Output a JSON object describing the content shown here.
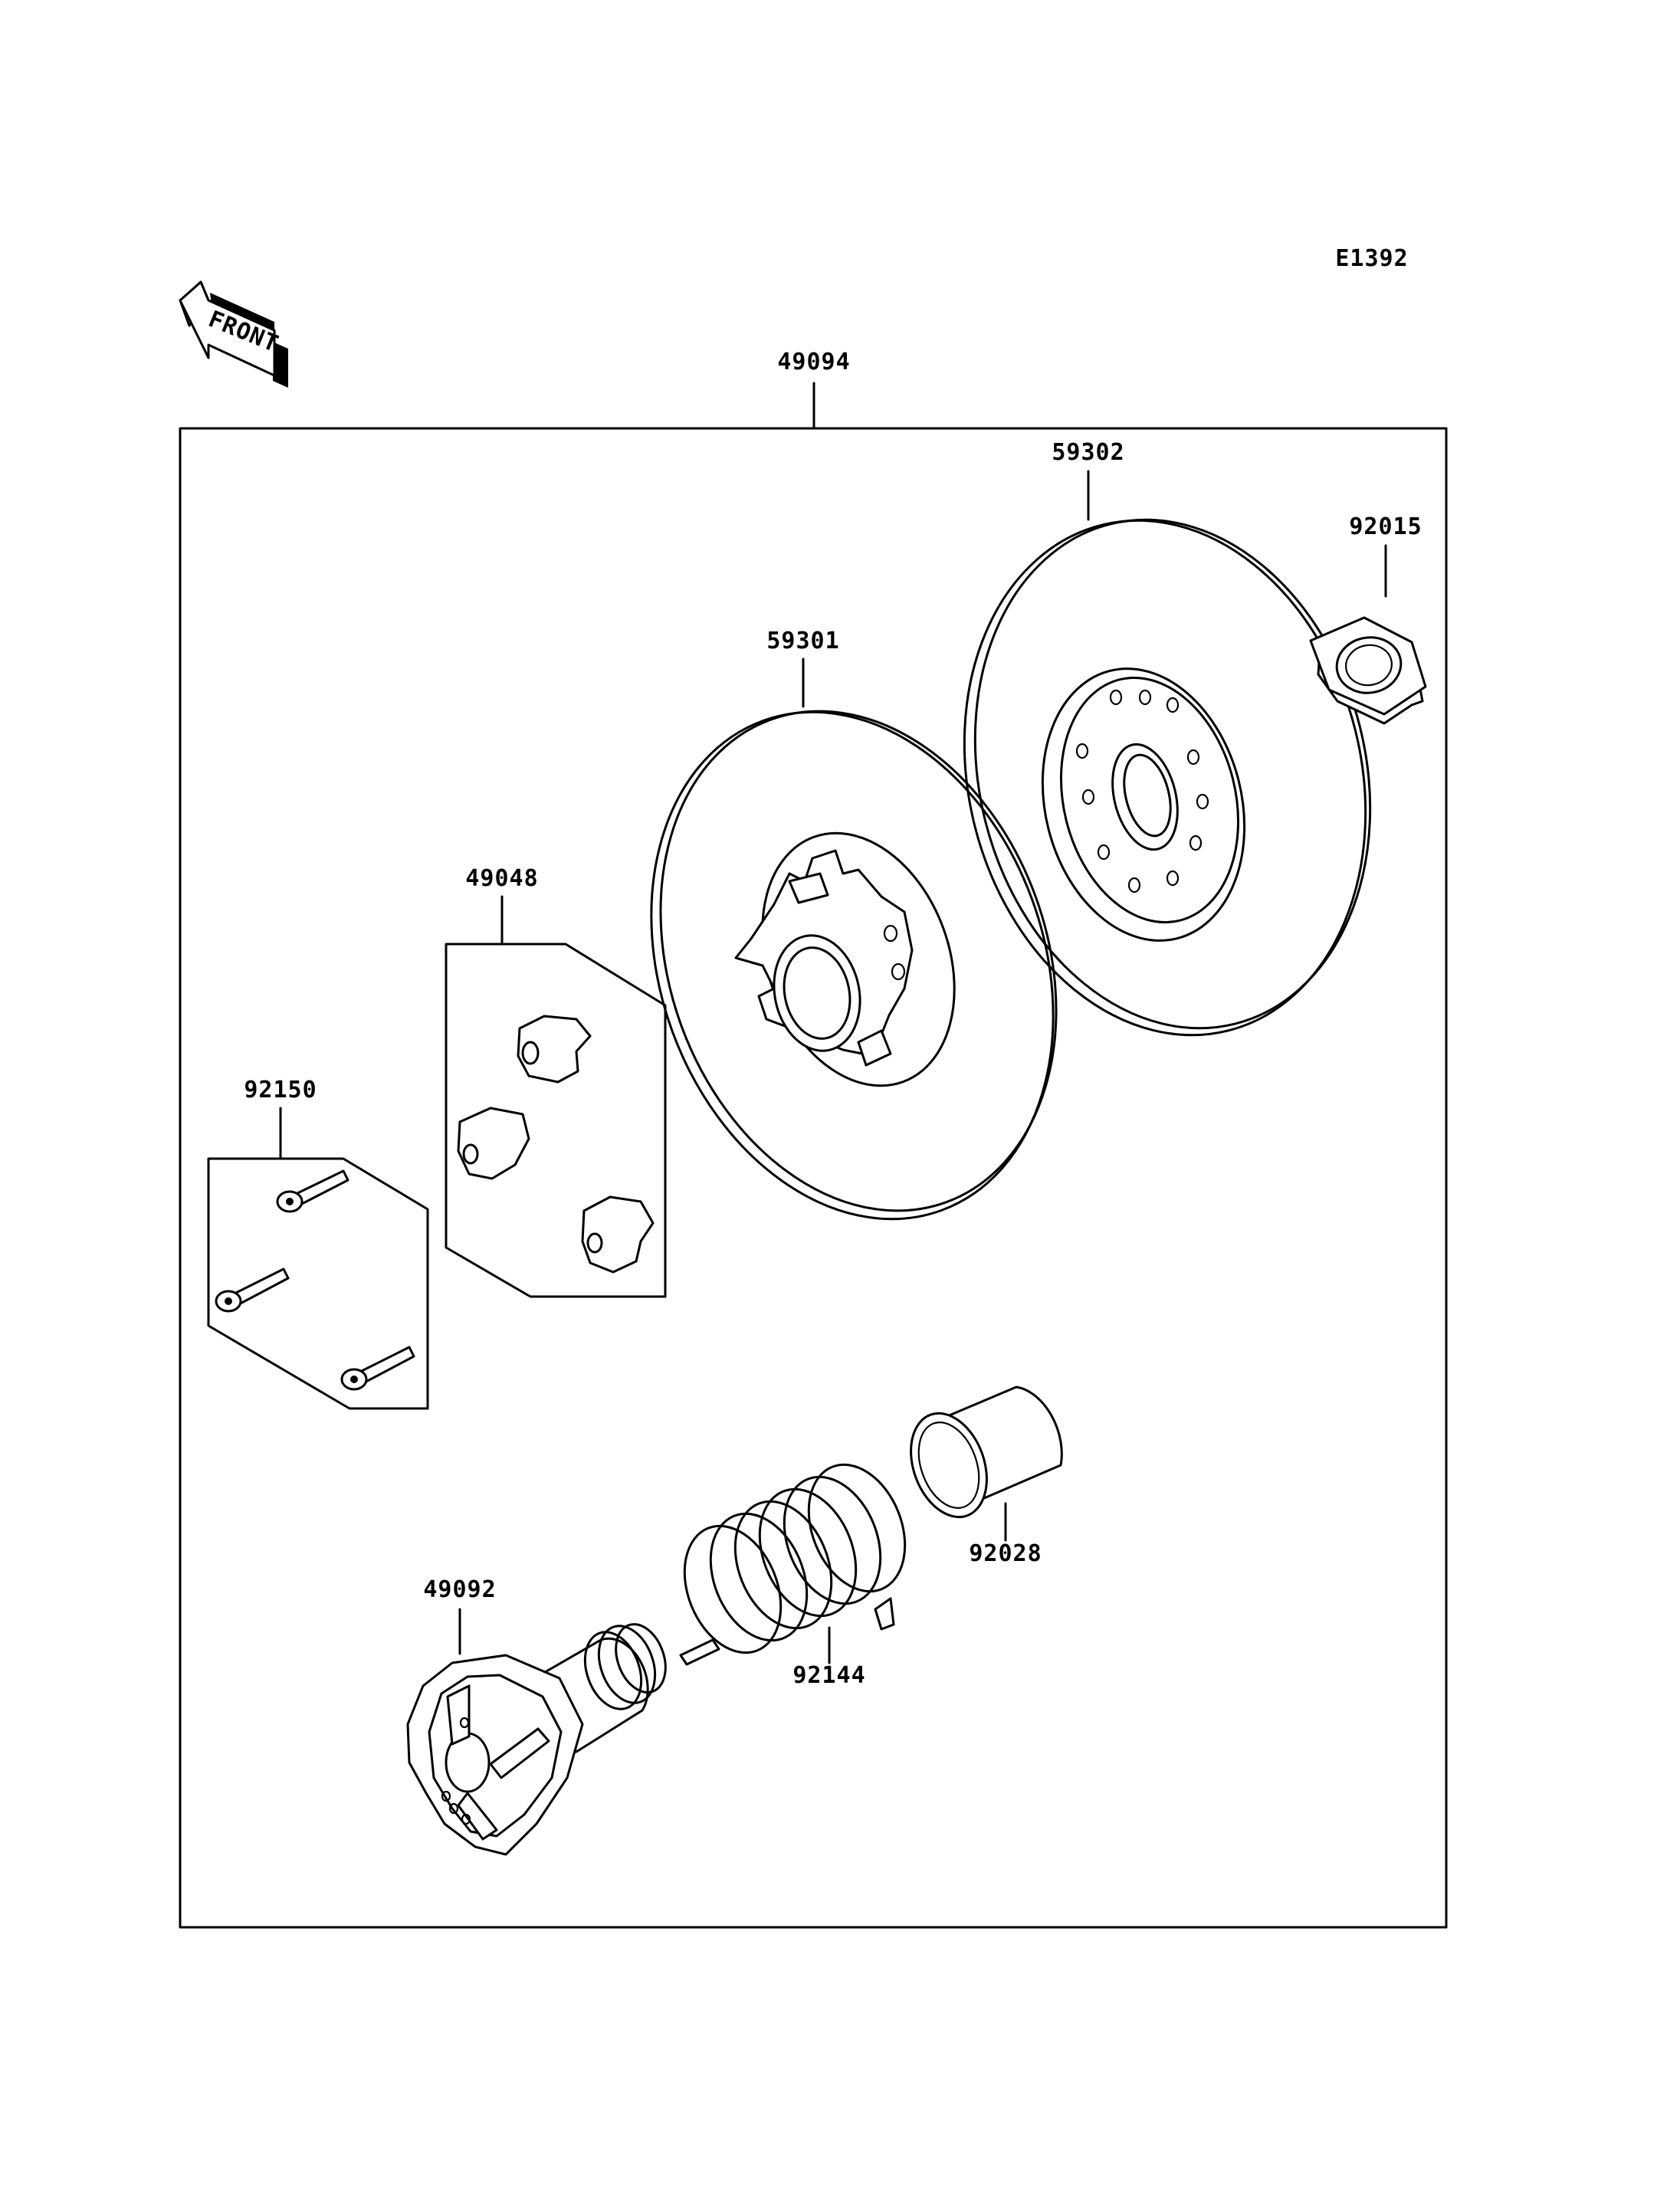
{
  "diagram": {
    "drawing_code": "E1392",
    "front_indicator": "FRONT",
    "parts": {
      "assembly": "49094",
      "fixed_sheave": "59302",
      "nut": "92015",
      "movable_sheave": "59301",
      "weight_set": "49048",
      "bolts": "92150",
      "collar": "92028",
      "spring": "92144",
      "cam": "49092"
    }
  }
}
